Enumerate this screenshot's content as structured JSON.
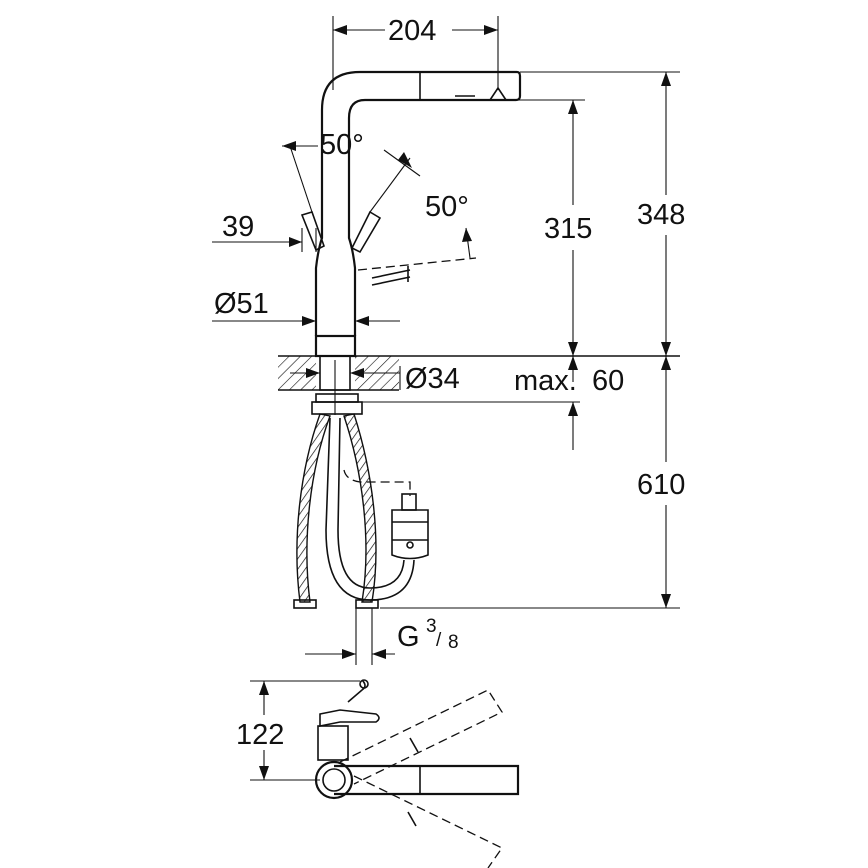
{
  "dimensions": {
    "width_204": "204",
    "height_348": "348",
    "height_315": "315",
    "angle_left": "50°",
    "angle_right": "50°",
    "offset_39": "39",
    "diameter_51": "Ø51",
    "diameter_34": "Ø34",
    "max_60_prefix": "max.",
    "max_60_value": "60",
    "length_610": "610",
    "thread_letter": "G",
    "thread_num": "3",
    "thread_den": "8",
    "height_122": "122"
  },
  "colors": {
    "ink": "#111111",
    "background": "#ffffff"
  }
}
